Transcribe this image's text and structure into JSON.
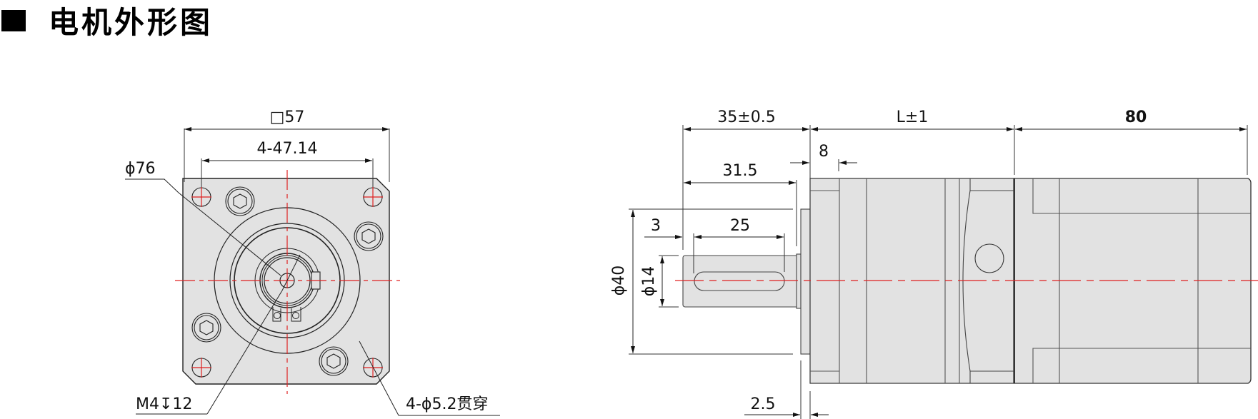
{
  "title": {
    "marker": "■",
    "text": "电机外形图"
  },
  "front_view": {
    "labels": {
      "square_size": "□57",
      "hole_pitch": "4-47.14",
      "pilot_diameter": "ϕ76",
      "tapped_hole": "M4↧12",
      "mount_holes": "4-ϕ5.2贯穿"
    }
  },
  "side_view": {
    "labels": {
      "flange_to_shaft": "35±0.5",
      "gearbox_length": "L±1",
      "motor_length": "80",
      "flange_thickness": "8",
      "shaft_length": "31.5",
      "key_offset": "3",
      "key_length": "25",
      "boss_diameter": "ϕ40",
      "shaft_diameter": "ϕ14",
      "boss_height": "2.5"
    }
  },
  "colors": {
    "line": "#222222",
    "centerline": "#e02020",
    "body_fill": "#e2e2e2",
    "dimension": "#111111"
  }
}
